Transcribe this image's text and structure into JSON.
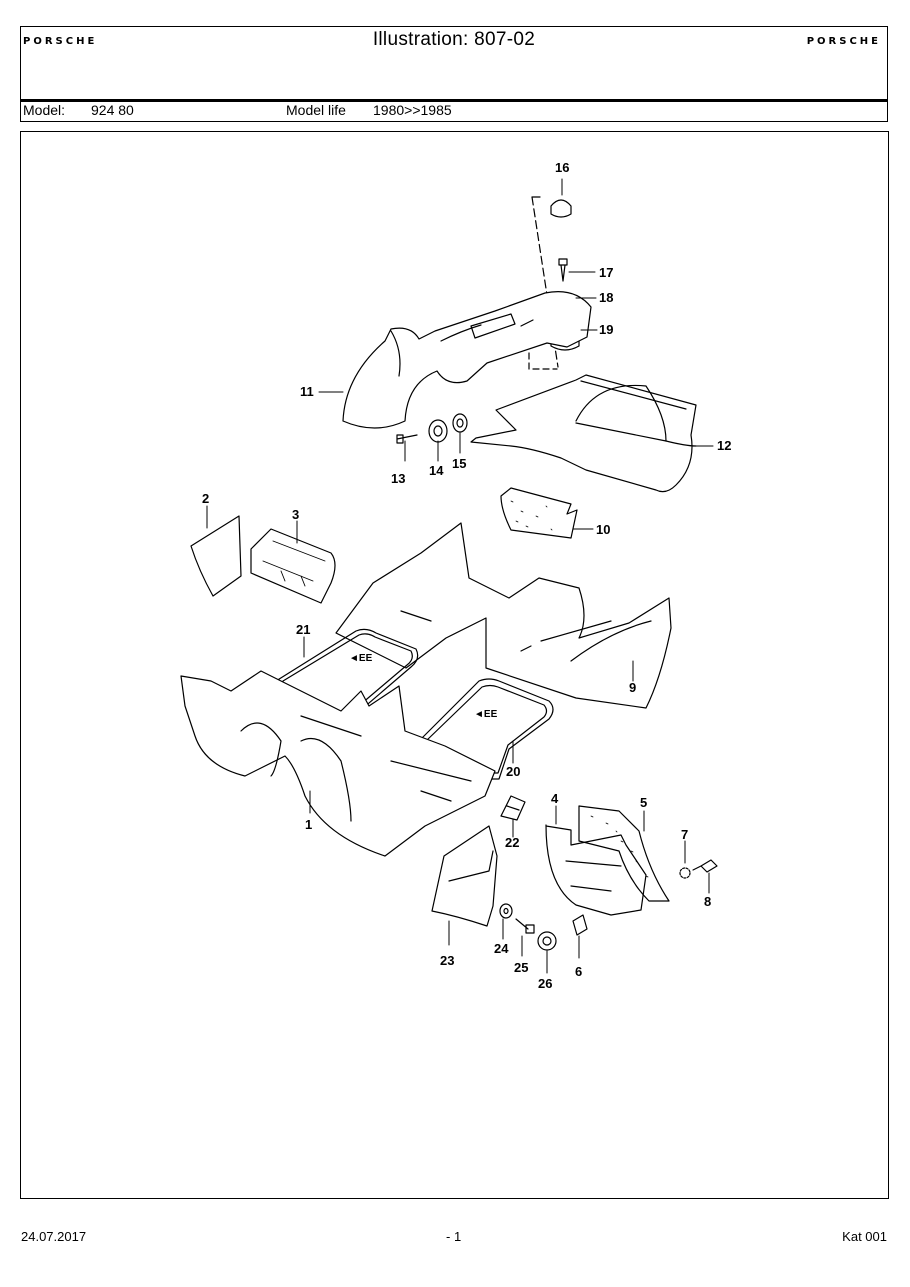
{
  "header": {
    "title": "Illustration: 807-02",
    "brand_left": "PORSCHE",
    "brand_right": "PORSCHE"
  },
  "model": {
    "label": "Model:",
    "value": "924 80",
    "life_label": "Model life",
    "life_value": "1980>>1985"
  },
  "callouts": {
    "c1": "1",
    "c2": "2",
    "c3": "3",
    "c4": "4",
    "c5": "5",
    "c6": "6",
    "c7": "7",
    "c8": "8",
    "c9": "9",
    "c10": "10",
    "c11": "11",
    "c12": "12",
    "c13": "13",
    "c14": "14",
    "c15": "15",
    "c16": "16",
    "c17": "17",
    "c18": "18",
    "c19": "19",
    "c20": "20",
    "c21": "21",
    "c22": "22",
    "c23": "23",
    "c24": "24",
    "c25": "25",
    "c26": "26"
  },
  "footer": {
    "date": "24.07.2017",
    "page": "- 1",
    "catalog": "Kat 001"
  }
}
